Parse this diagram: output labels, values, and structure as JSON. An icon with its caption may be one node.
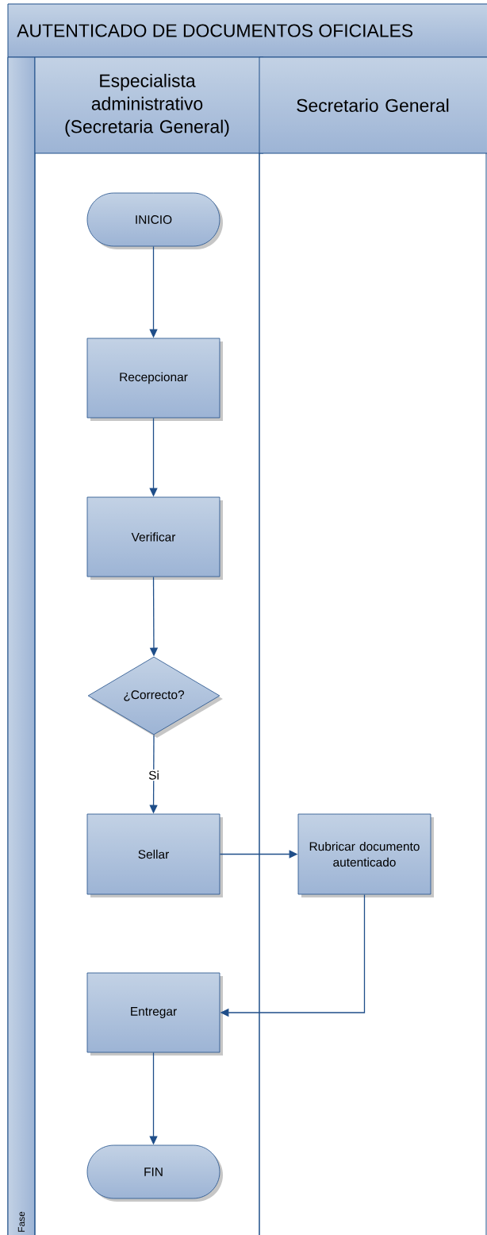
{
  "diagram": {
    "nodes": [
      {
        "text": [
          "AUTENTICADO DE DOCUMENTOS OFICIALES"
        ]
      },
      {
        "text": [
          "Fase"
        ],
        "in": 0
      },
      {
        "text": [
          "Especialista administrativo (Secretaria General)"
        ],
        "in": 0
      },
      {
        "text": [
          "Secretario General"
        ],
        "in": 0
      },
      {
        "text": [
          "INICIO"
        ],
        "in": 2
      },
      {
        "text": [
          "Recepcionar"
        ],
        "in": 2
      },
      {
        "text": [
          "Verificar"
        ],
        "in": 2
      },
      {
        "text": [
          "¿Correcto?"
        ],
        "in": 2
      },
      {
        "text": [
          "Sellar"
        ],
        "in": 2
      },
      {
        "text": [
          "Rubricar documento autenticado"
        ],
        "in": 3
      },
      {
        "text": [
          "Entregar"
        ],
        "in": 2
      },
      {
        "text": [
          "FIN"
        ],
        "in": 2
      }
    ],
    "edges": [
      {
        "from": 4,
        "to": 5,
        "arrow": "to"
      },
      {
        "from": 5,
        "to": 6,
        "arrow": "to"
      },
      {
        "from": 6,
        "to": 7,
        "arrow": "to"
      },
      {
        "from": 7,
        "to": 8,
        "arrow": "to",
        "label": "Si"
      },
      {
        "from": 8,
        "to": 9,
        "arrow": "to"
      },
      {
        "from": 9,
        "to": 10,
        "arrow": "to"
      },
      {
        "from": 10,
        "to": 11,
        "arrow": "to"
      }
    ]
  }
}
